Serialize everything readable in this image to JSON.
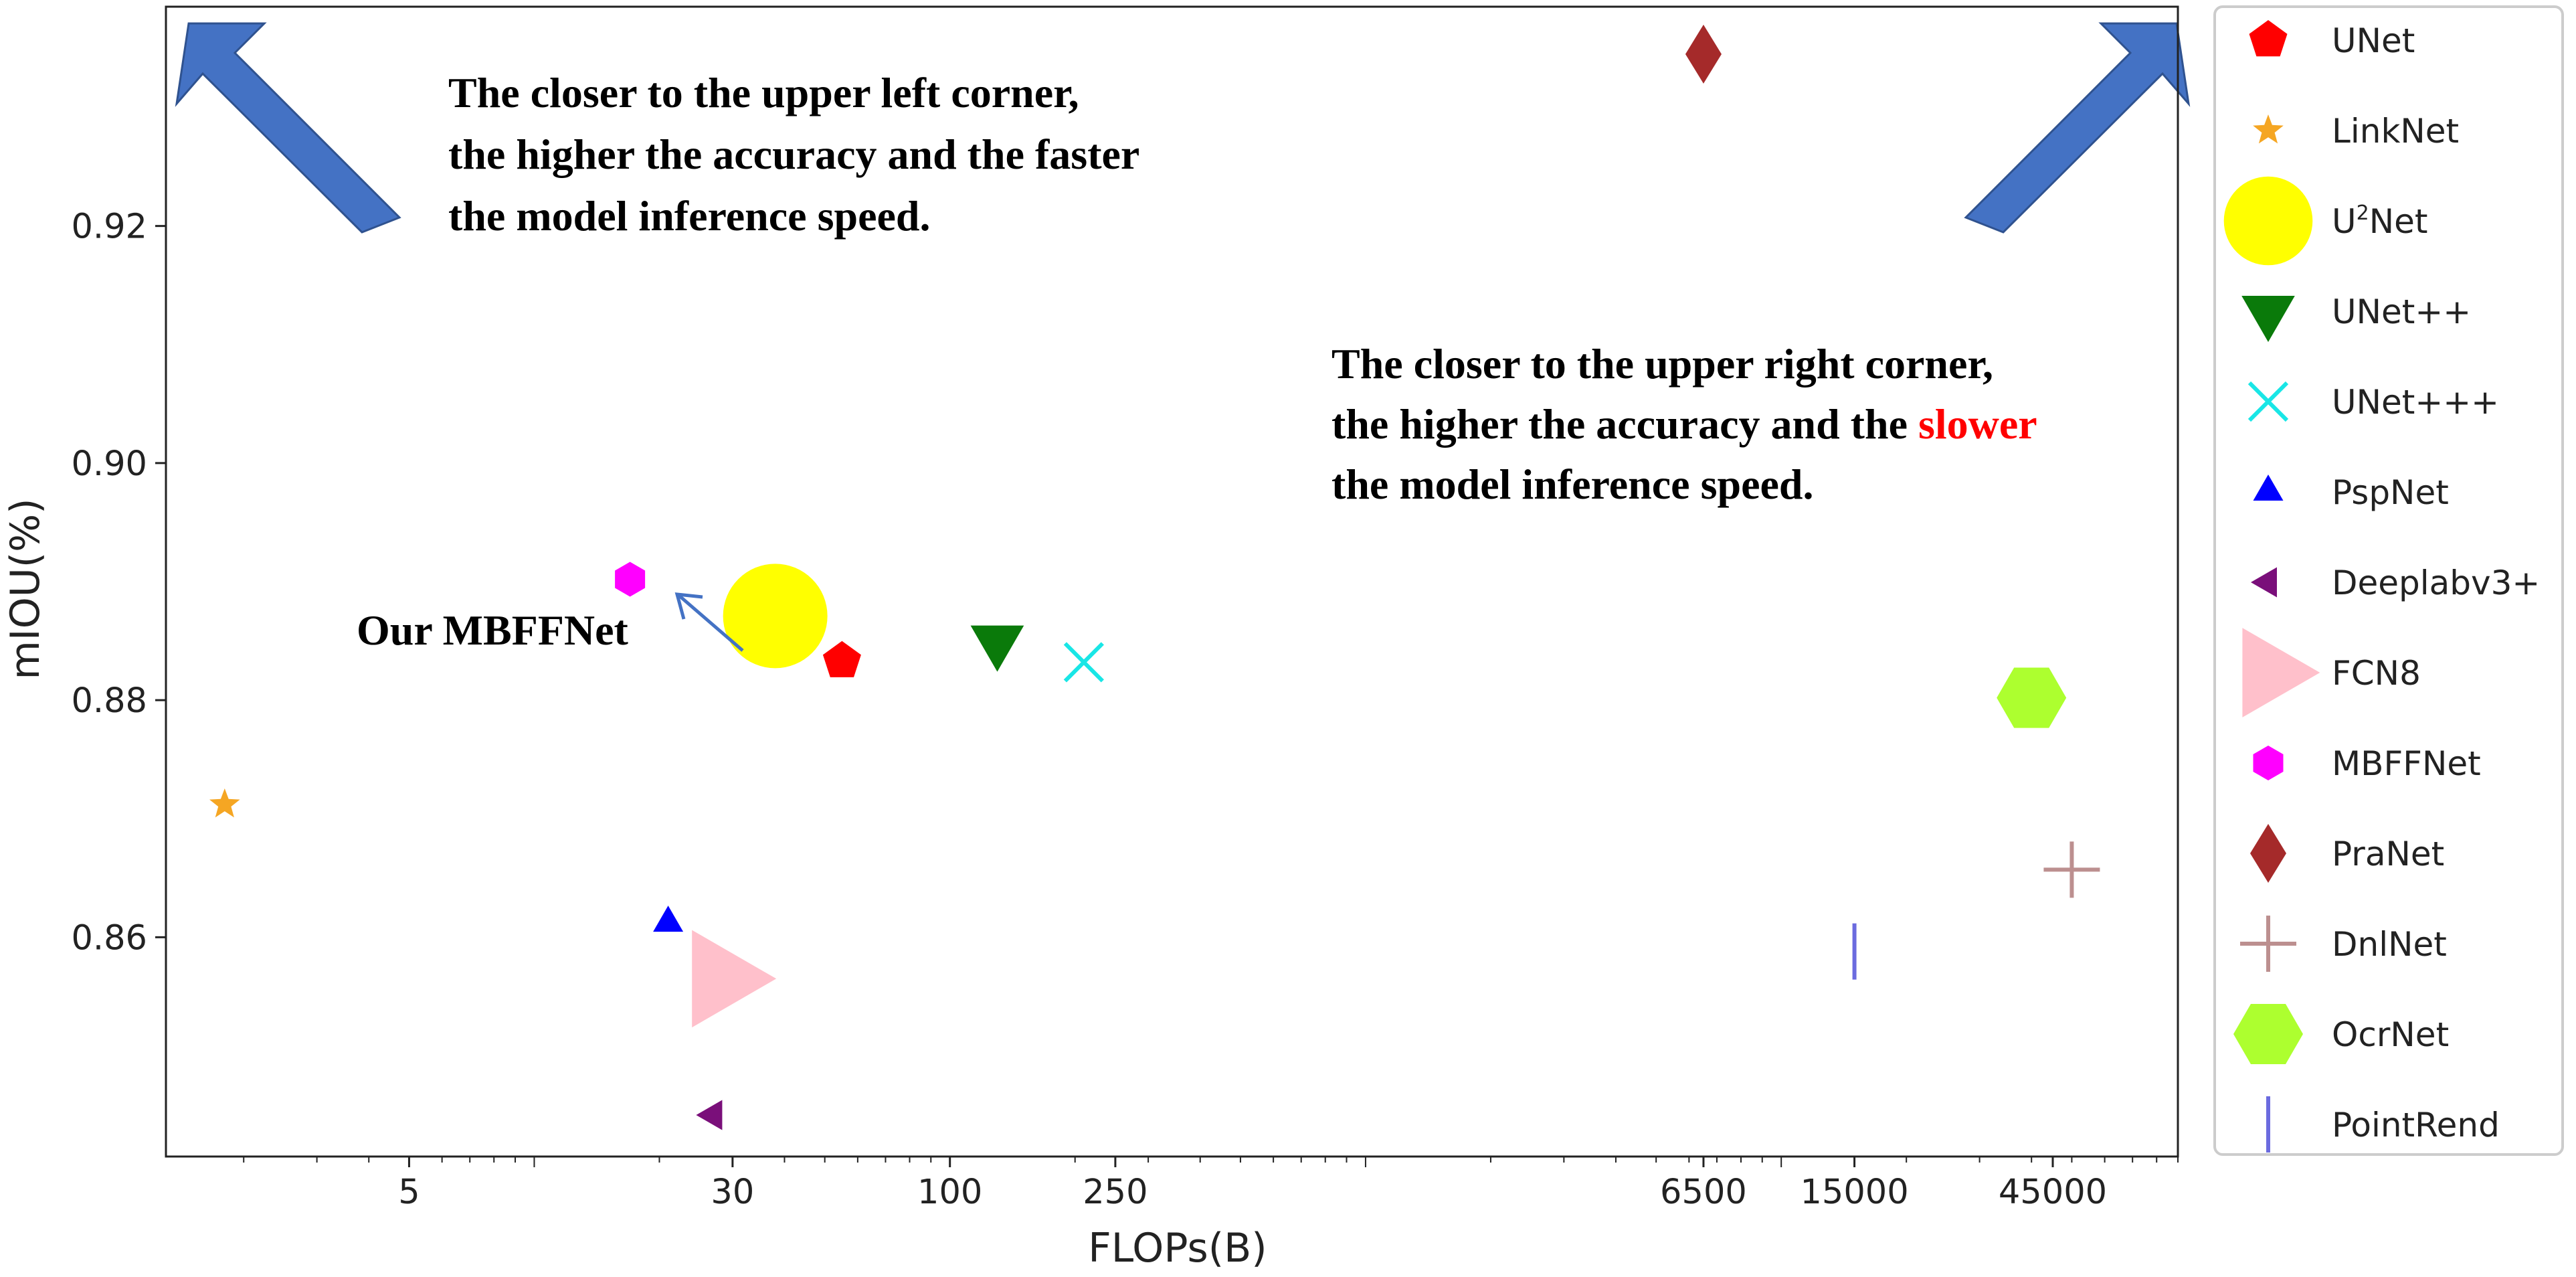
{
  "chart_data": {
    "type": "scatter",
    "xlabel": "FLOPs(B)",
    "ylabel": "mIOU(%)",
    "xscale": "log",
    "xlim": [
      1.3,
      90000
    ],
    "ylim": [
      0.8415,
      0.9385
    ],
    "xticks": [
      5,
      30,
      100,
      250,
      6500,
      15000,
      45000
    ],
    "yticks": [
      0.86,
      0.88,
      0.9,
      0.92
    ],
    "grid": false,
    "legend_position": "right, outside plot",
    "series": [
      {
        "name": "UNet",
        "x": 55,
        "y": 0.8833,
        "marker": "pentagon",
        "color": "#ff0000"
      },
      {
        "name": "LinkNet",
        "x": 1.8,
        "y": 0.8712,
        "marker": "star",
        "color": "#f5a623"
      },
      {
        "name": "U2Net",
        "x": 38,
        "y": 0.8871,
        "marker": "circle",
        "color": "#ffff00"
      },
      {
        "name": "UNet++",
        "x": 130,
        "y": 0.885,
        "marker": "triangle-down",
        "color": "#0a7a0a"
      },
      {
        "name": "UNet+++",
        "x": 210,
        "y": 0.8832,
        "marker": "x",
        "color": "#19e6e6"
      },
      {
        "name": "PspNet",
        "x": 21,
        "y": 0.8612,
        "marker": "triangle-up",
        "color": "#0000ff"
      },
      {
        "name": "Deeplabv3+",
        "x": 27,
        "y": 0.845,
        "marker": "triangle-left",
        "color": "#7a0f7a"
      },
      {
        "name": "FCN8",
        "x": 28,
        "y": 0.8565,
        "marker": "triangle-right",
        "color": "#ffc0cb"
      },
      {
        "name": "MBFFNet",
        "x": 17,
        "y": 0.8902,
        "marker": "hexagon",
        "color": "#ff00ff"
      },
      {
        "name": "PraNet",
        "x": 6500,
        "y": 0.9345,
        "marker": "diamond",
        "color": "#a52a2a"
      },
      {
        "name": "DnlNet",
        "x": 50000,
        "y": 0.8657,
        "marker": "plus",
        "color": "#bc8f8f"
      },
      {
        "name": "OcrNet",
        "x": 40000,
        "y": 0.8802,
        "marker": "hexagon",
        "color": "#adff2f"
      },
      {
        "name": "PointRend",
        "x": 15000,
        "y": 0.8588,
        "marker": "vline",
        "color": "#6b6bdf"
      }
    ],
    "annotations": {
      "upper_left": [
        "The closer to the upper left corner,",
        "the higher the accuracy and the faster",
        "the model inference speed."
      ],
      "upper_right_line1": "The closer to the upper right corner,",
      "upper_right_line2_pre": "the higher the accuracy and the ",
      "upper_right_line2_highlight": "slower",
      "upper_right_line3": "the model inference speed.",
      "pointer_label": "Our MBFFNet"
    },
    "legend_labels": {
      "UNet": "UNet",
      "LinkNet": "LinkNet",
      "U2Net_base": "U",
      "U2Net_sup": "2",
      "U2Net_rest": "Net",
      "UNetpp": "UNet++",
      "UNetppp": "UNet+++",
      "PspNet": "PspNet",
      "Deeplabv3": "Deeplabv3+",
      "FCN8": "FCN8",
      "MBFFNet": "MBFFNet",
      "PraNet": "PraNet",
      "DnlNet": "DnlNet",
      "OcrNet": "OcrNet",
      "PointRend": "PointRend"
    }
  }
}
